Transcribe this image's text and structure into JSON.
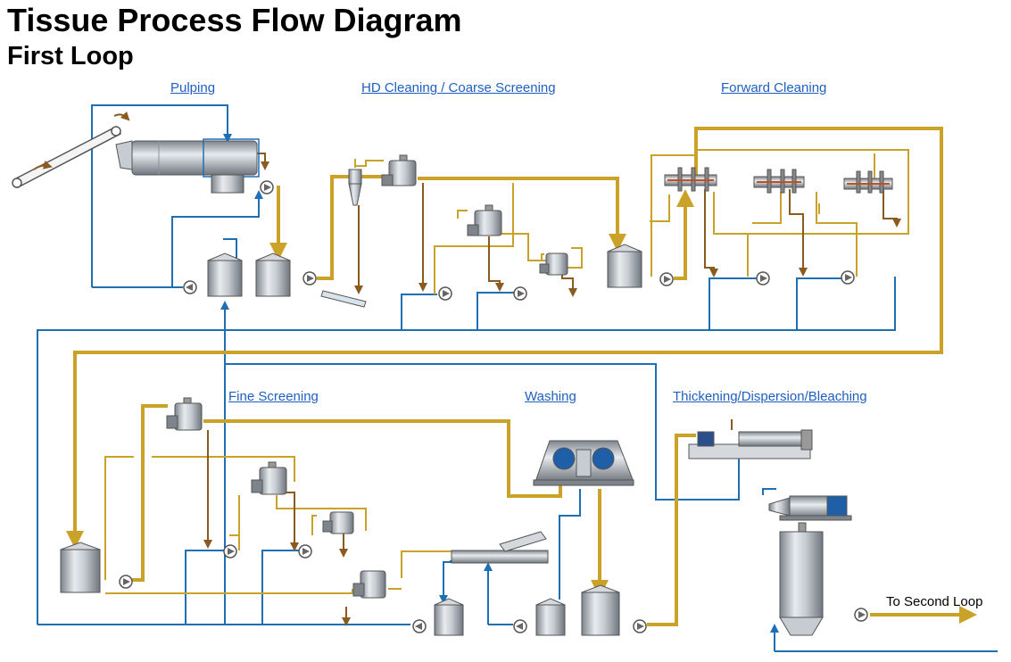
{
  "header": {
    "title": "Tissue Process Flow Diagram",
    "subtitle": "First Loop"
  },
  "sections": {
    "pulping": "Pulping",
    "hd_cleaning": "HD Cleaning / Coarse Screening",
    "forward_cleaning": "Forward Cleaning",
    "fine_screening": "Fine Screening",
    "washing": "Washing",
    "thickening": "Thickening/Dispersion/Bleaching"
  },
  "outlet": {
    "label": "To Second Loop"
  },
  "colors": {
    "stock_line": "#c9a227",
    "water_line": "#1f6fb5",
    "reject_line": "#8a5a1e",
    "equipment": "#b8bec6",
    "link": "#1f5fbf"
  }
}
